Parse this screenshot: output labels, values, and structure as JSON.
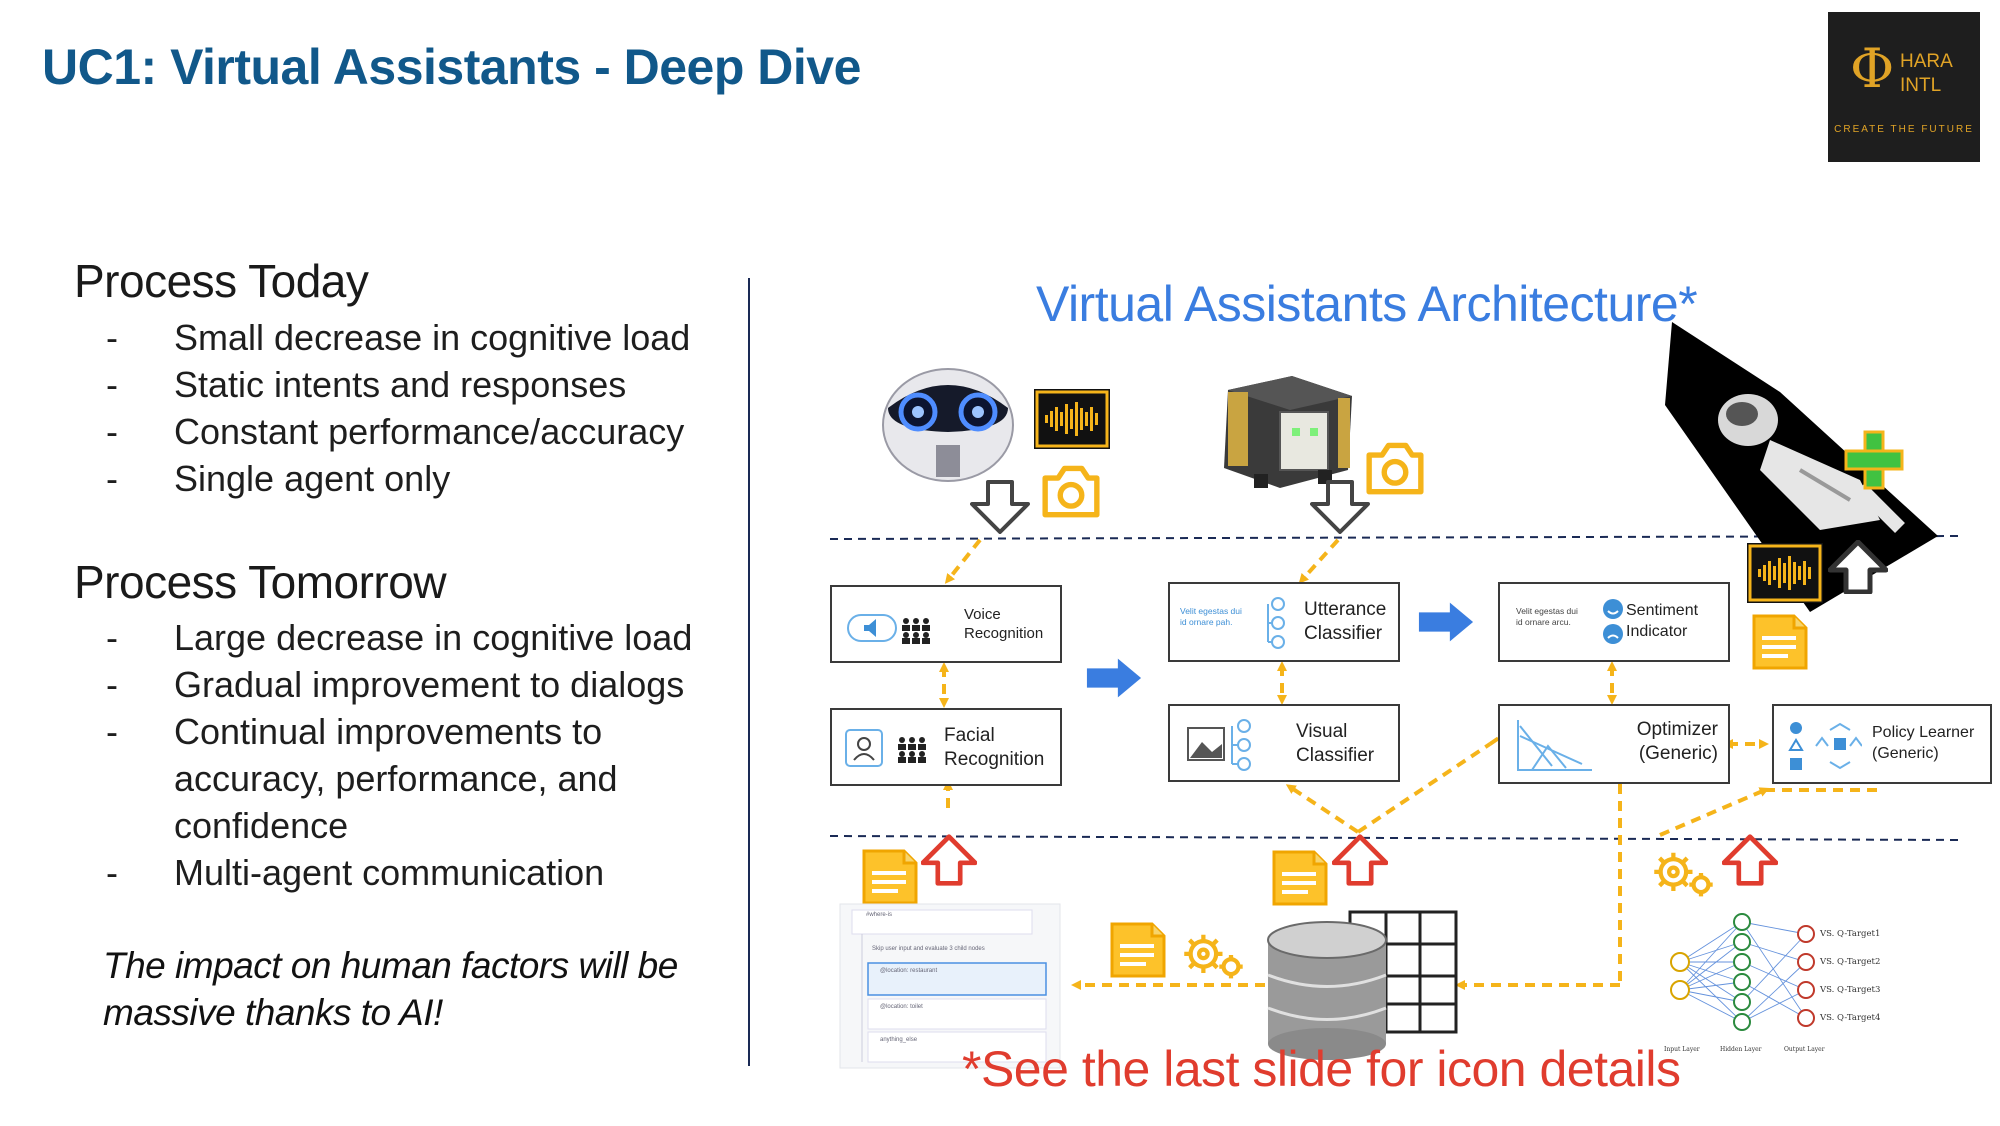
{
  "slide": {
    "title": "UC1: Virtual Assistants - Deep Dive"
  },
  "logo": {
    "line1": "HARA",
    "line2": "INTL",
    "tagline": "CREATE THE FUTURE"
  },
  "today": {
    "title": "Process Today",
    "items": [
      "Small decrease in cognitive load",
      "Static intents and responses",
      "Constant performance/accuracy",
      "Single agent only"
    ]
  },
  "tomorrow": {
    "title": "Process Tomorrow",
    "items": [
      "Large decrease in cognitive load",
      "Gradual improvement to dialogs",
      "Continual improvements to accuracy, performance, and confidence",
      "Multi-agent communication"
    ]
  },
  "bullet_marker": "-",
  "impact": "The impact on human factors will be massive thanks to AI!",
  "architecture": {
    "title": "Virtual Assistants Architecture*",
    "boxes": {
      "voice": [
        "Voice",
        "Recognition"
      ],
      "facial": [
        "Facial",
        "Recognition"
      ],
      "utterance": [
        "Utterance",
        "Classifier"
      ],
      "utterance_note": [
        "Velit egestas dui",
        "id ornare pah."
      ],
      "visual": [
        "Visual",
        "Classifier"
      ],
      "sentiment": [
        "Sentiment",
        "Indicator"
      ],
      "sentiment_note": [
        "Velit egestas dui",
        "id ornare arcu."
      ],
      "optimizer": [
        "Optimizer",
        "(Generic)"
      ],
      "policy": [
        "Policy Learner",
        "(Generic)"
      ]
    },
    "nn_targets": [
      "VS. Q-Target1",
      "VS. Q-Target2",
      "VS. Q-Target3",
      "VS. Q-Target4"
    ],
    "nn_layers": [
      "Input Layer",
      "Hidden Layer",
      "Output Layer"
    ],
    "dialog_panel": [
      "#where-is",
      "Skip user input and evaluate 3 child nodes",
      "@location: restaurant",
      "@location: toilet",
      "anything_else"
    ],
    "footnote": "*See the last slide for icon details"
  },
  "colors": {
    "title_blue": "#11588a",
    "arch_blue": "#3a7de0",
    "footnote_red": "#e03c2e",
    "arrow_yellow": "#f5b41a",
    "arrow_red": "#e03c2e",
    "flow_blue": "#3a7de0",
    "logo_gold": "#e0a326"
  },
  "icons": [
    "robot-image",
    "sound-wave-icon",
    "camera-icon",
    "speaker-robot-image",
    "astronaut-image",
    "plus-icon",
    "document-icon",
    "gear-icon",
    "database-icon",
    "neural-network-diagram",
    "dialog-tree-panel"
  ]
}
